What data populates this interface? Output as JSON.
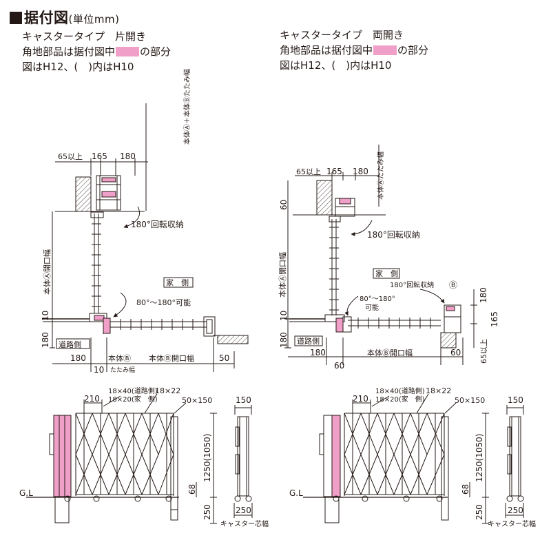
{
  "title": {
    "main": "据付図",
    "unit": "(単位mm)"
  },
  "colors": {
    "highlight": "#f0a0c8",
    "line": "#231815"
  },
  "left": {
    "heading": "キャスタータイプ　片開き",
    "note_prefix": "角地部品は据付図中",
    "note_suffix": "の部分",
    "note_scale": "図はH12、(　)内はH10",
    "dims": {
      "d65": "65以上",
      "d165": "165",
      "d180": "180",
      "fold_a_b": "本体Ⓐ＋本体Ⓑたたみ幅",
      "rot180": "180°回転収納",
      "open_a": "本体Ⓐ開口幅",
      "house": "家　側",
      "angle": "80°～180°可能",
      "d10": "10",
      "d180v": "180",
      "road": "道路側",
      "d180b": "180",
      "body_b": "本体Ⓑ",
      "fold_b": "たたみ幅",
      "open_b": "本体Ⓑ開口幅",
      "d50": "50",
      "d10b": "10"
    },
    "elev": {
      "d210": "210",
      "m1840": "18×40(道路側)",
      "m1820": "18×20(家　側)",
      "m1822": "18×22",
      "m50150": "50×150",
      "height": "1250(1050)",
      "d68": "68",
      "d250": "250",
      "gl": "G.L",
      "d150": "150",
      "d250s": "250",
      "caster": "キャスター芯幅"
    }
  },
  "right": {
    "heading": "キャスタータイプ　両開き",
    "note_prefix": "角地部品は据付図中",
    "note_suffix": "の部分",
    "note_scale": "図はH12、(　)内はH10",
    "dims": {
      "d65": "65以上",
      "d165": "165",
      "d180": "180",
      "fold_a": "本体Ⓐたたみ幅",
      "d60": "60",
      "rot180": "180°回転収納",
      "open_a": "本体Ⓐ開口幅",
      "house": "家　側",
      "rot180b": "180°回転収納",
      "b_mark": "Ⓑ",
      "angle1": "80°～180°",
      "angle2": "可能",
      "d180r": "180",
      "d165r": "165",
      "d10": "10",
      "d180v": "180",
      "road": "道路側",
      "d180b": "180",
      "open_b": "本体Ⓑ開口幅",
      "d60b": "60",
      "d60c": "60",
      "d65r": "65以上"
    },
    "elev": {
      "d210": "210",
      "m1840": "18×40(道路側)",
      "m1820": "18×20(家　側)",
      "m1822": "18×22",
      "m50150": "50×150",
      "height": "1250(1050)",
      "d68": "68",
      "d250": "250",
      "gl": "G.L",
      "d150": "150",
      "d250s": "250",
      "caster": "キャスター芯幅"
    }
  }
}
